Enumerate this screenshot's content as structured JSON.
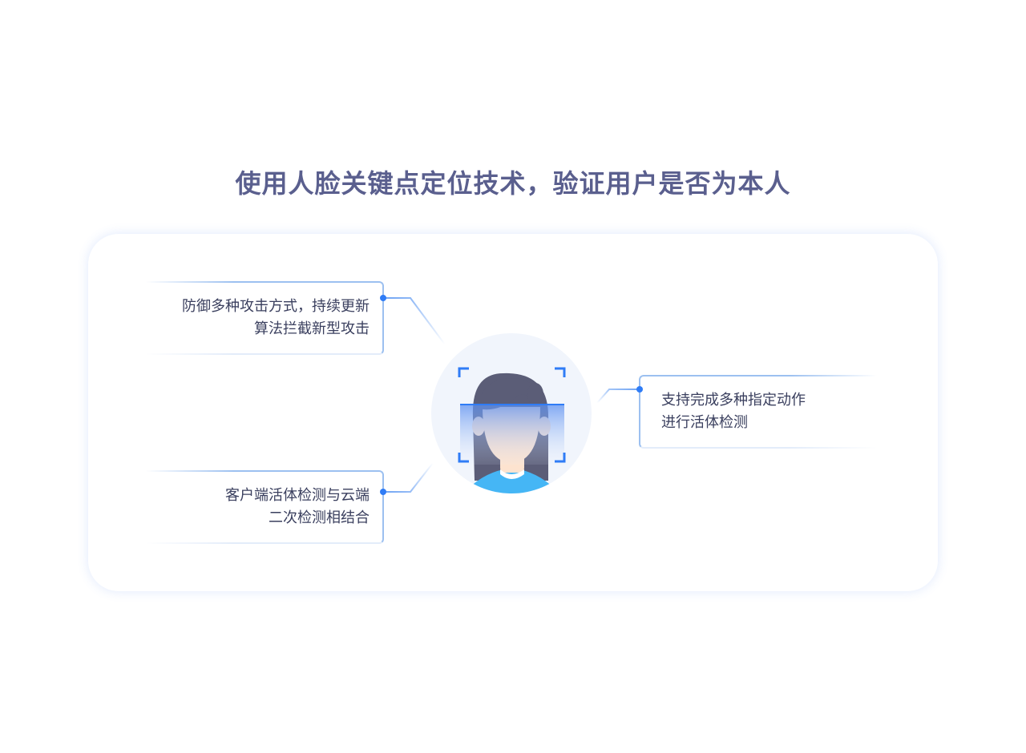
{
  "headline": "使用人脸关键点定位技术，验证用户是否为本人",
  "features": [
    {
      "line1": "防御多种攻击方式，持续更新",
      "line2": "算法拦截新型攻击"
    },
    {
      "line1": "客户端活体检测与云端",
      "line2": "二次检测相结合"
    },
    {
      "line1": "支持完成多种指定动作",
      "line2": "进行活体检测"
    }
  ],
  "colors": {
    "headline": "#5a5f8e",
    "accent": "#2f7cf6",
    "connector": "#9cc0f0",
    "text": "#3a3f5e",
    "hair": "#5b5d77",
    "skin": "#fde3cf",
    "shirt": "#45b6f5",
    "avatar_bg": "#f1f5fc"
  },
  "icons": [
    "face-scan-icon"
  ]
}
